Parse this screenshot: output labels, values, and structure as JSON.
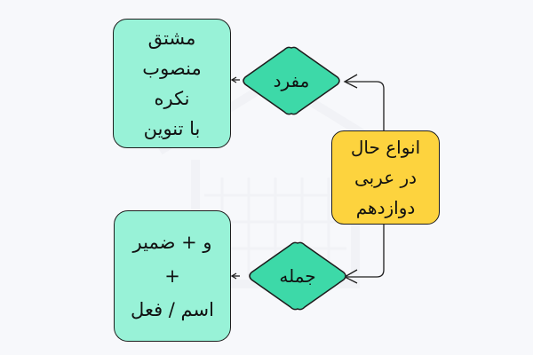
{
  "diagram": {
    "root": {
      "lines": [
        "انواع حال",
        "در عربی",
        "دوازدهم"
      ],
      "color": "#fdd33e"
    },
    "branches": [
      {
        "label": "مفرد",
        "color": "#3dd9a8",
        "result": {
          "lines": [
            "مشتق",
            "منصوب",
            "نکره",
            "با تنوین"
          ],
          "color": "#98f2d7"
        }
      },
      {
        "label": "جمله",
        "color": "#3dd9a8",
        "result": {
          "lines": [
            "و + ضمیر",
            "+",
            "اسم / فعل"
          ],
          "color": "#98f2d7"
        }
      }
    ],
    "background": "#f7f8fb",
    "stroke": "#1e1e1e"
  }
}
